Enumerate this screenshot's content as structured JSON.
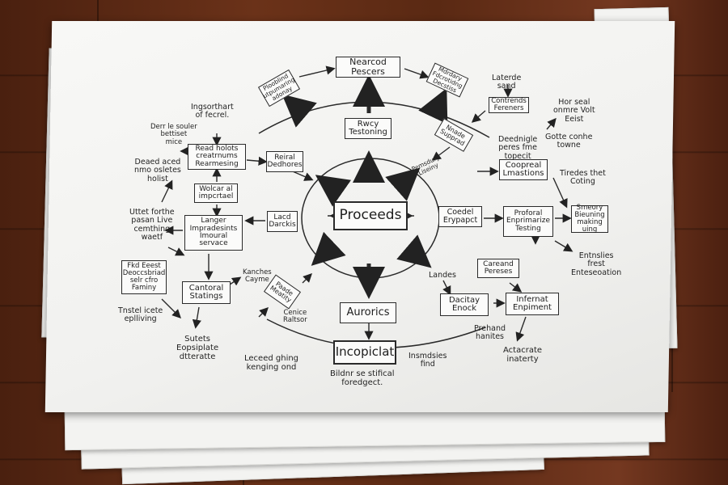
{
  "nodes": {
    "center": "Proceeds",
    "top": "Nearcod\nPescers",
    "testing": "Rwcy\nTestoning",
    "aurorics": "Aurorics",
    "incopiciat": "Incopiclat",
    "read_holds": "Read holots\ncreatrnums\nRearmesing",
    "reiral": "Reiral\nDedhores",
    "wolcar": "Wolcar al\nimpcrtael",
    "lacd": "Lacd\nDarckis",
    "langer": "Langer\nImpradesints\nImoural\nservace",
    "cantoral": "Cantoral\nStatings",
    "fkd": "Fkd Eeest\nDeoccsbriad\nselr cfro\nFaminy",
    "coedel": "Coedel\nErypapct",
    "proforal": "Proforal\nEnprimarize\nTesting",
    "smeory": "Smeory\nBieuning\nmaking\nuing",
    "coopreal": "Coopreal\nLmastions",
    "dacitay": "Dacitay\nEnock",
    "infernat": "Infernat\nEnpiment",
    "careand": "Careand\nPereses",
    "contrends": "Contrends\nFereners",
    "tilted_top_left": "Plooblind\nutpumaring\nadonay",
    "tilted_top_right": "Mdrdary\nFdcrotidng\nDecstiss",
    "tilted_right": "Nnade\nSupprad",
    "tilted_mid": "Pemsdury\nLiseiny",
    "tilted_low": "Paade\nMeatity"
  },
  "notes": {
    "n1": "Ingsorthart\nof fecrel.",
    "n2": "Derr le souler\nbettiset\nmice",
    "n3": "Deaed aced\nnmo osletes\nholist",
    "n4": "Uttet forthe\npasan Live\ncemthing\nwaetf",
    "n5": "Tnstel icete\neplliving",
    "n6": "Sutets\nEopsiplate\ndtteratte",
    "n7": "Leceed ghing\nkenging ond",
    "n8": "Bildnr se stifical\nforedgect.",
    "n9": "Insmdsies\nfind",
    "n10": "Prehand\nhanites",
    "n11": "Actacrate\ninaterty",
    "n12": "Entnslies\nfrest\nEnteseoation",
    "n13": "Tiredes thet\nCoting",
    "n14": "Gotte conhe\ntowne",
    "n15": "Deednigle\nperes fme\ntopecit",
    "n16": "Hor seal\nonmre Volt\nEeist",
    "n17": "Laterde\nsand",
    "n18": "Landes",
    "n19": "Kanches\nCayme",
    "n20": "Cenice\nRaltsor"
  }
}
